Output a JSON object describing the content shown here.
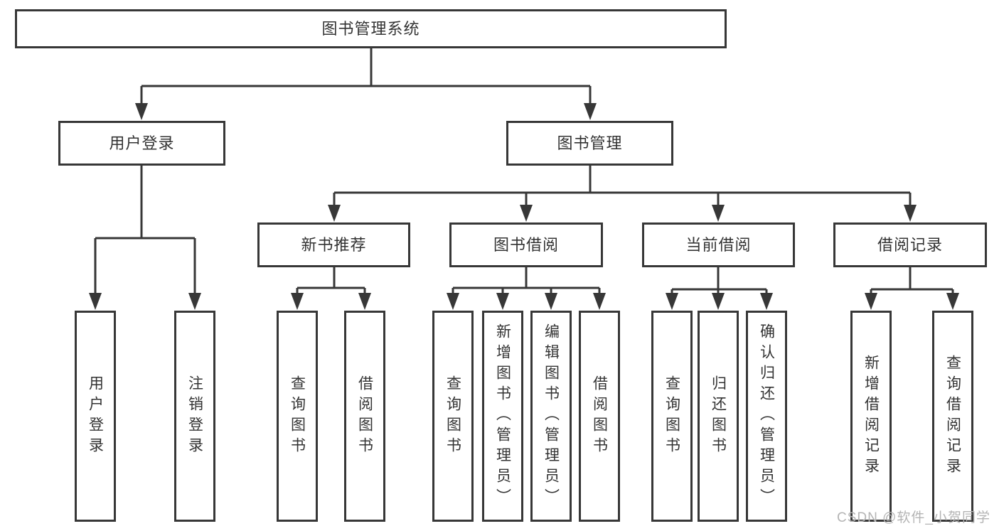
{
  "tree": {
    "root": {
      "label": "图书管理系统"
    },
    "branches": [
      {
        "label": "用户登录",
        "children": [
          {
            "label": "用户登录"
          },
          {
            "label": "注销登录"
          }
        ]
      },
      {
        "label": "图书管理",
        "children": [
          {
            "label": "新书推荐",
            "children": [
              {
                "label": "查询图书"
              },
              {
                "label": "借阅图书"
              }
            ]
          },
          {
            "label": "图书借阅",
            "children": [
              {
                "label": "查询图书"
              },
              {
                "label": "新增图书（管理员）"
              },
              {
                "label": "编辑图书（管理员）"
              },
              {
                "label": "借阅图书"
              }
            ]
          },
          {
            "label": "当前借阅",
            "children": [
              {
                "label": "查询图书"
              },
              {
                "label": "归还图书"
              },
              {
                "label": "确认归还（管理员）"
              }
            ]
          },
          {
            "label": "借阅记录",
            "children": [
              {
                "label": "新增借阅记录"
              },
              {
                "label": "查询借阅记录"
              }
            ]
          }
        ]
      }
    ]
  },
  "watermark": "CSDN @软件_小贺同学",
  "colors": {
    "line": "#373737",
    "text": "#333333",
    "background": "#ffffff",
    "watermark": "#b4b4b4"
  }
}
